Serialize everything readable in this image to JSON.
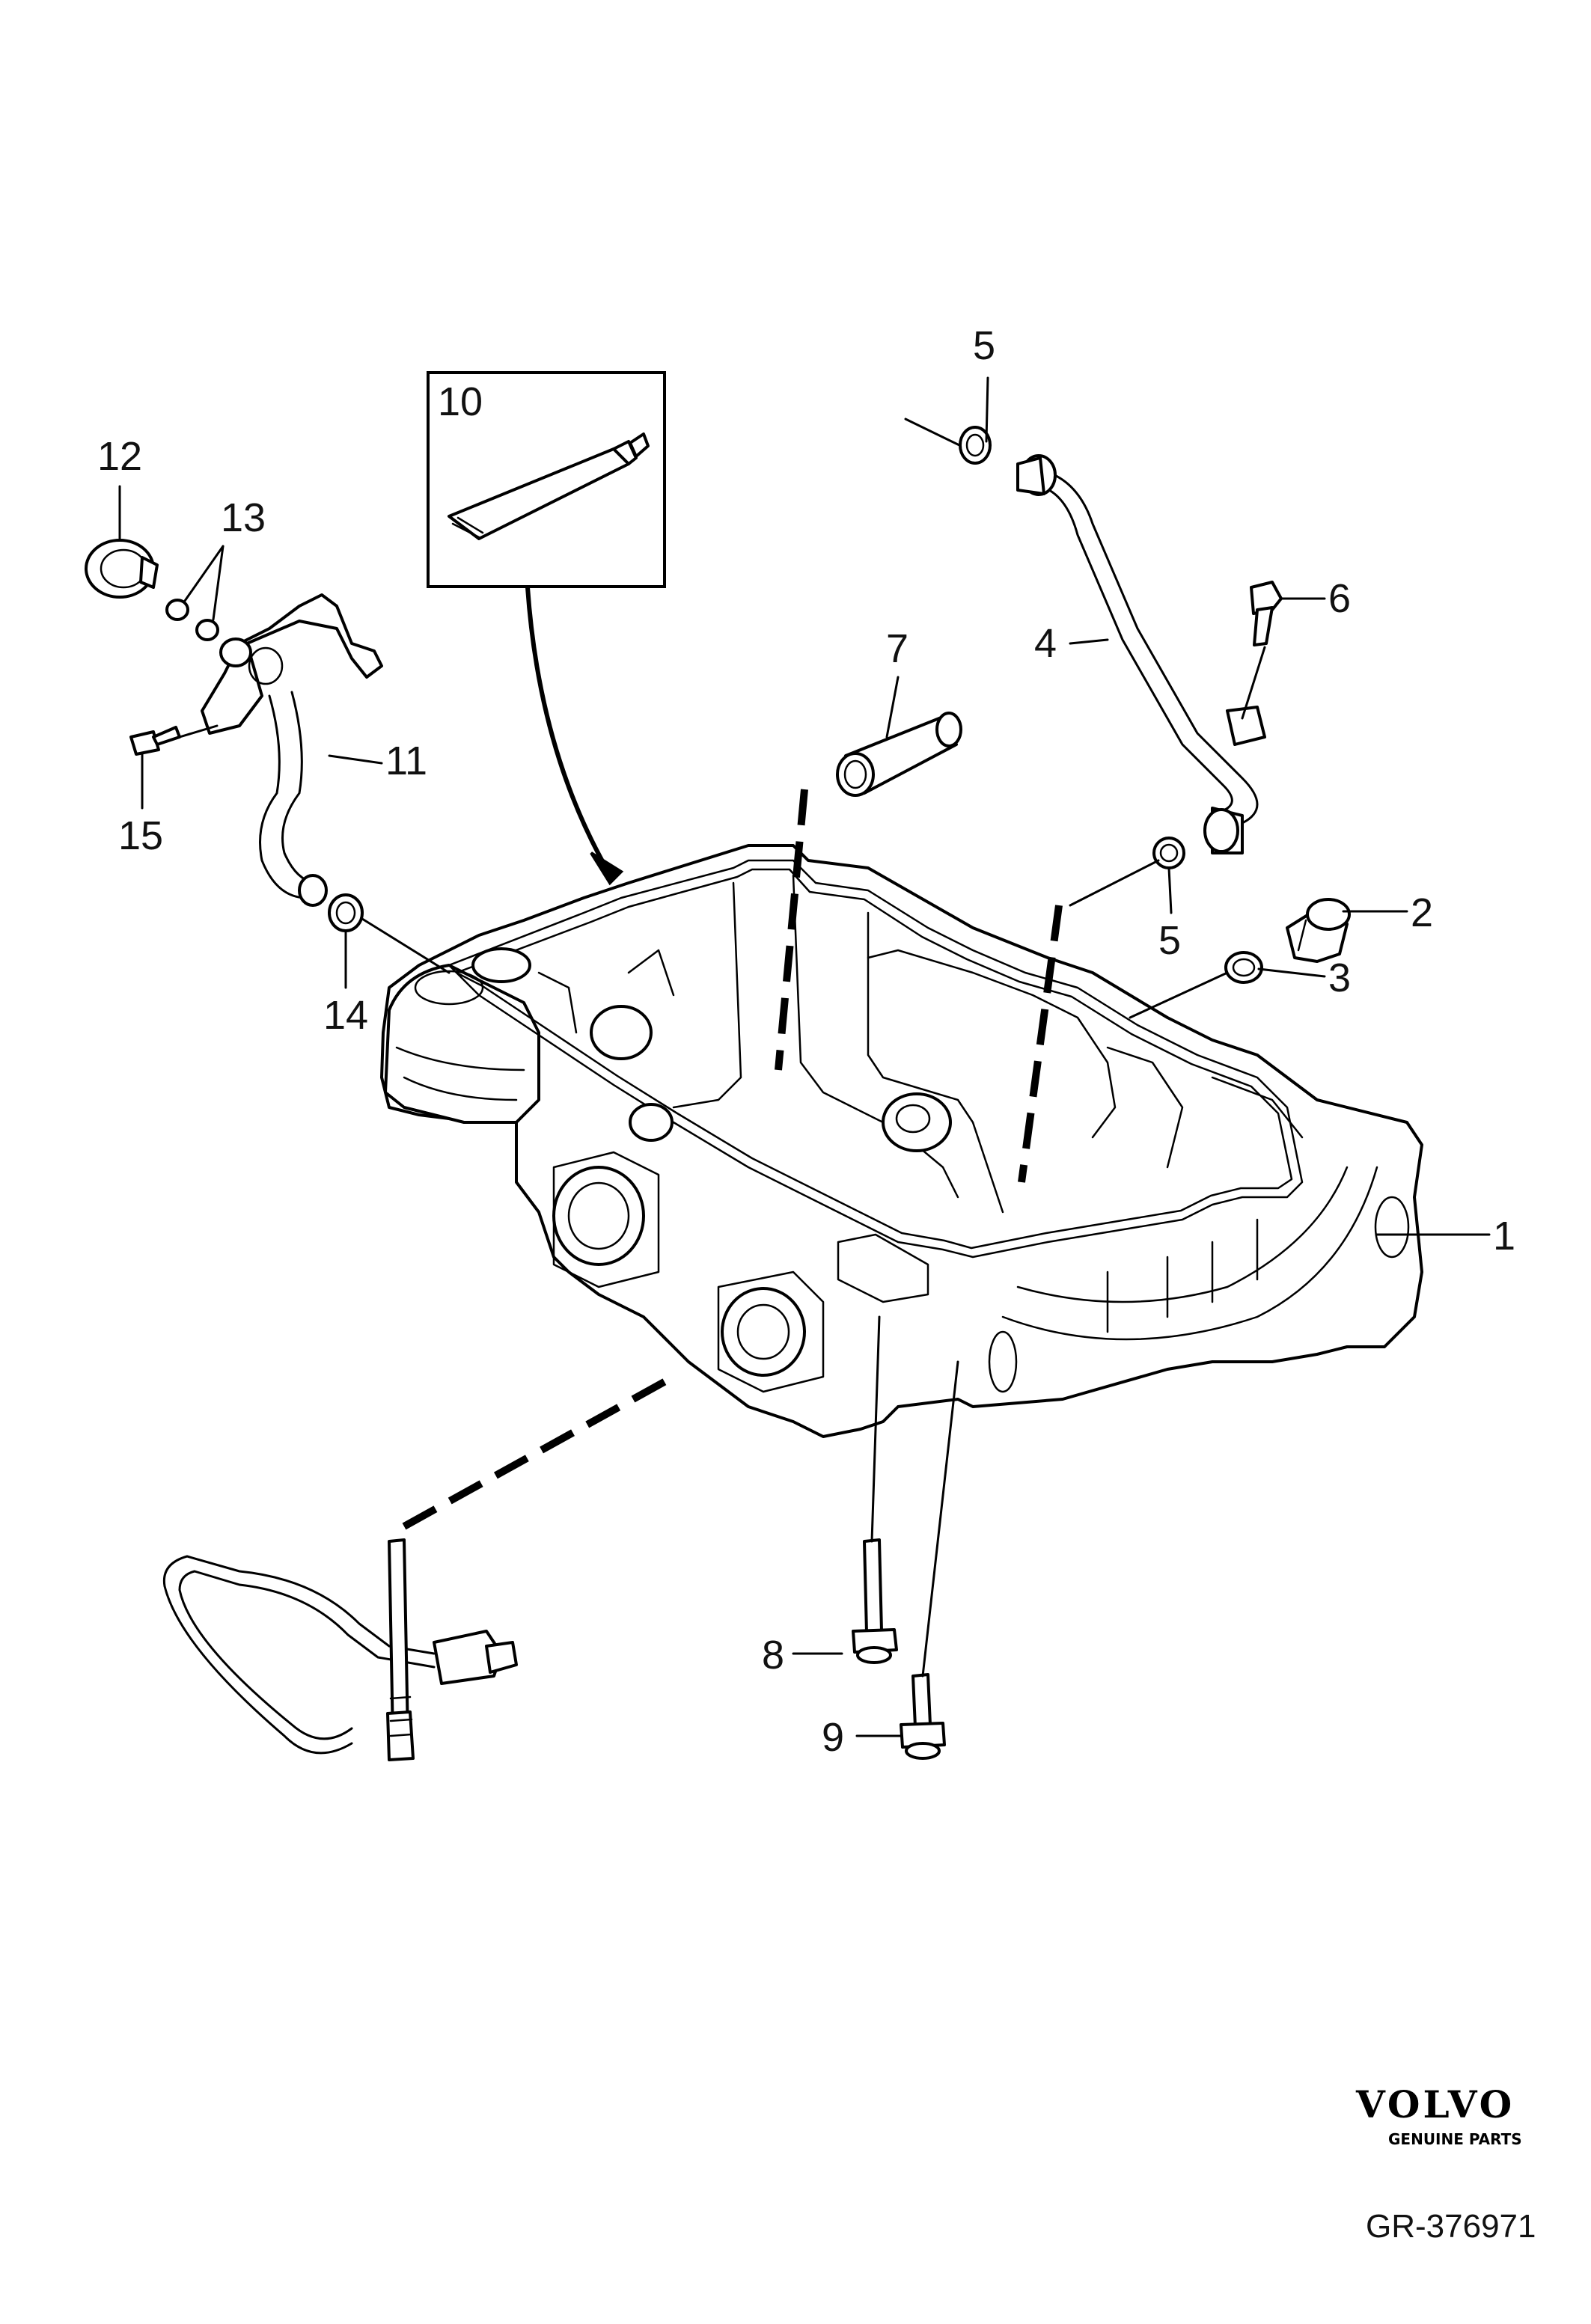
{
  "callouts": {
    "c1": "1",
    "c2": "2",
    "c3": "3",
    "c4": "4",
    "c5a": "5",
    "c5b": "5",
    "c6": "6",
    "c7": "7",
    "c8": "8",
    "c9": "9",
    "c10": "10",
    "c11": "11",
    "c12": "12",
    "c13": "13",
    "c14": "14",
    "c15": "15"
  },
  "branding": {
    "logo_text": "VOLVO",
    "logo_subtext": "GENUINE PARTS",
    "figure_id": "GR-376971"
  },
  "colors": {
    "line": "#000000",
    "background": "#ffffff"
  }
}
